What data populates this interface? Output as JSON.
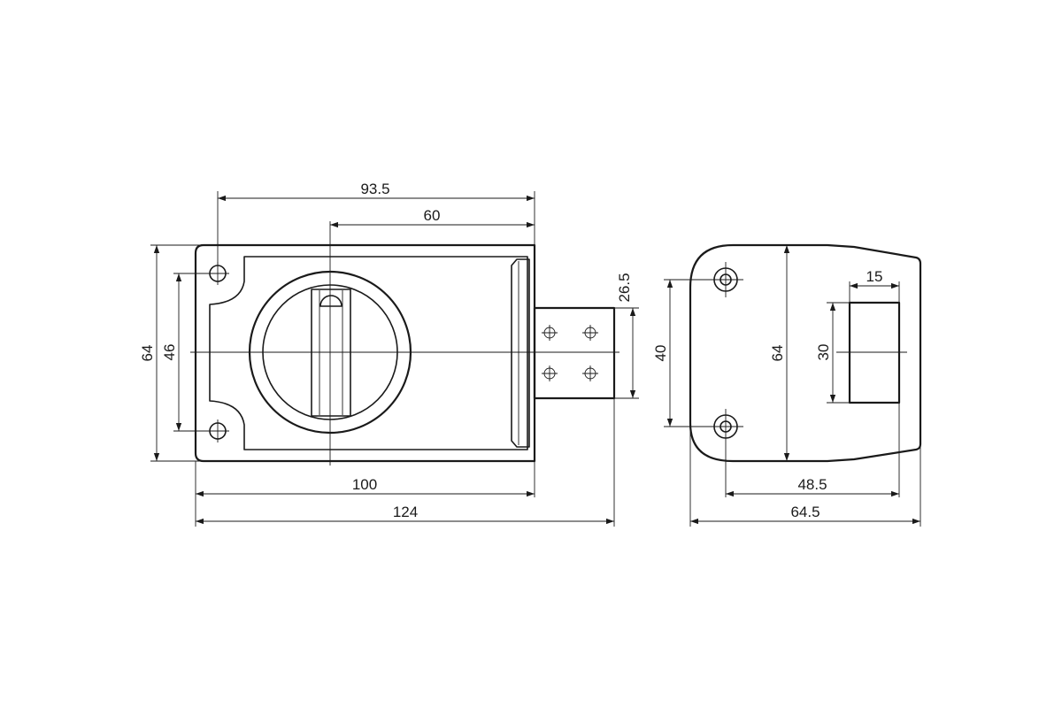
{
  "front_view": {
    "dim_overall_width": "124",
    "dim_body_width": "100",
    "dim_top_long": "93.5",
    "dim_top_short": "60",
    "dim_height_outer": "64",
    "dim_height_holes": "46",
    "dim_bolt_offset": "26.5"
  },
  "side_view": {
    "dim_height": "64",
    "dim_holes": "40",
    "dim_slot_height": "30",
    "dim_slot_width": "15",
    "dim_inner_depth": "48.5",
    "dim_overall_depth": "64.5"
  }
}
